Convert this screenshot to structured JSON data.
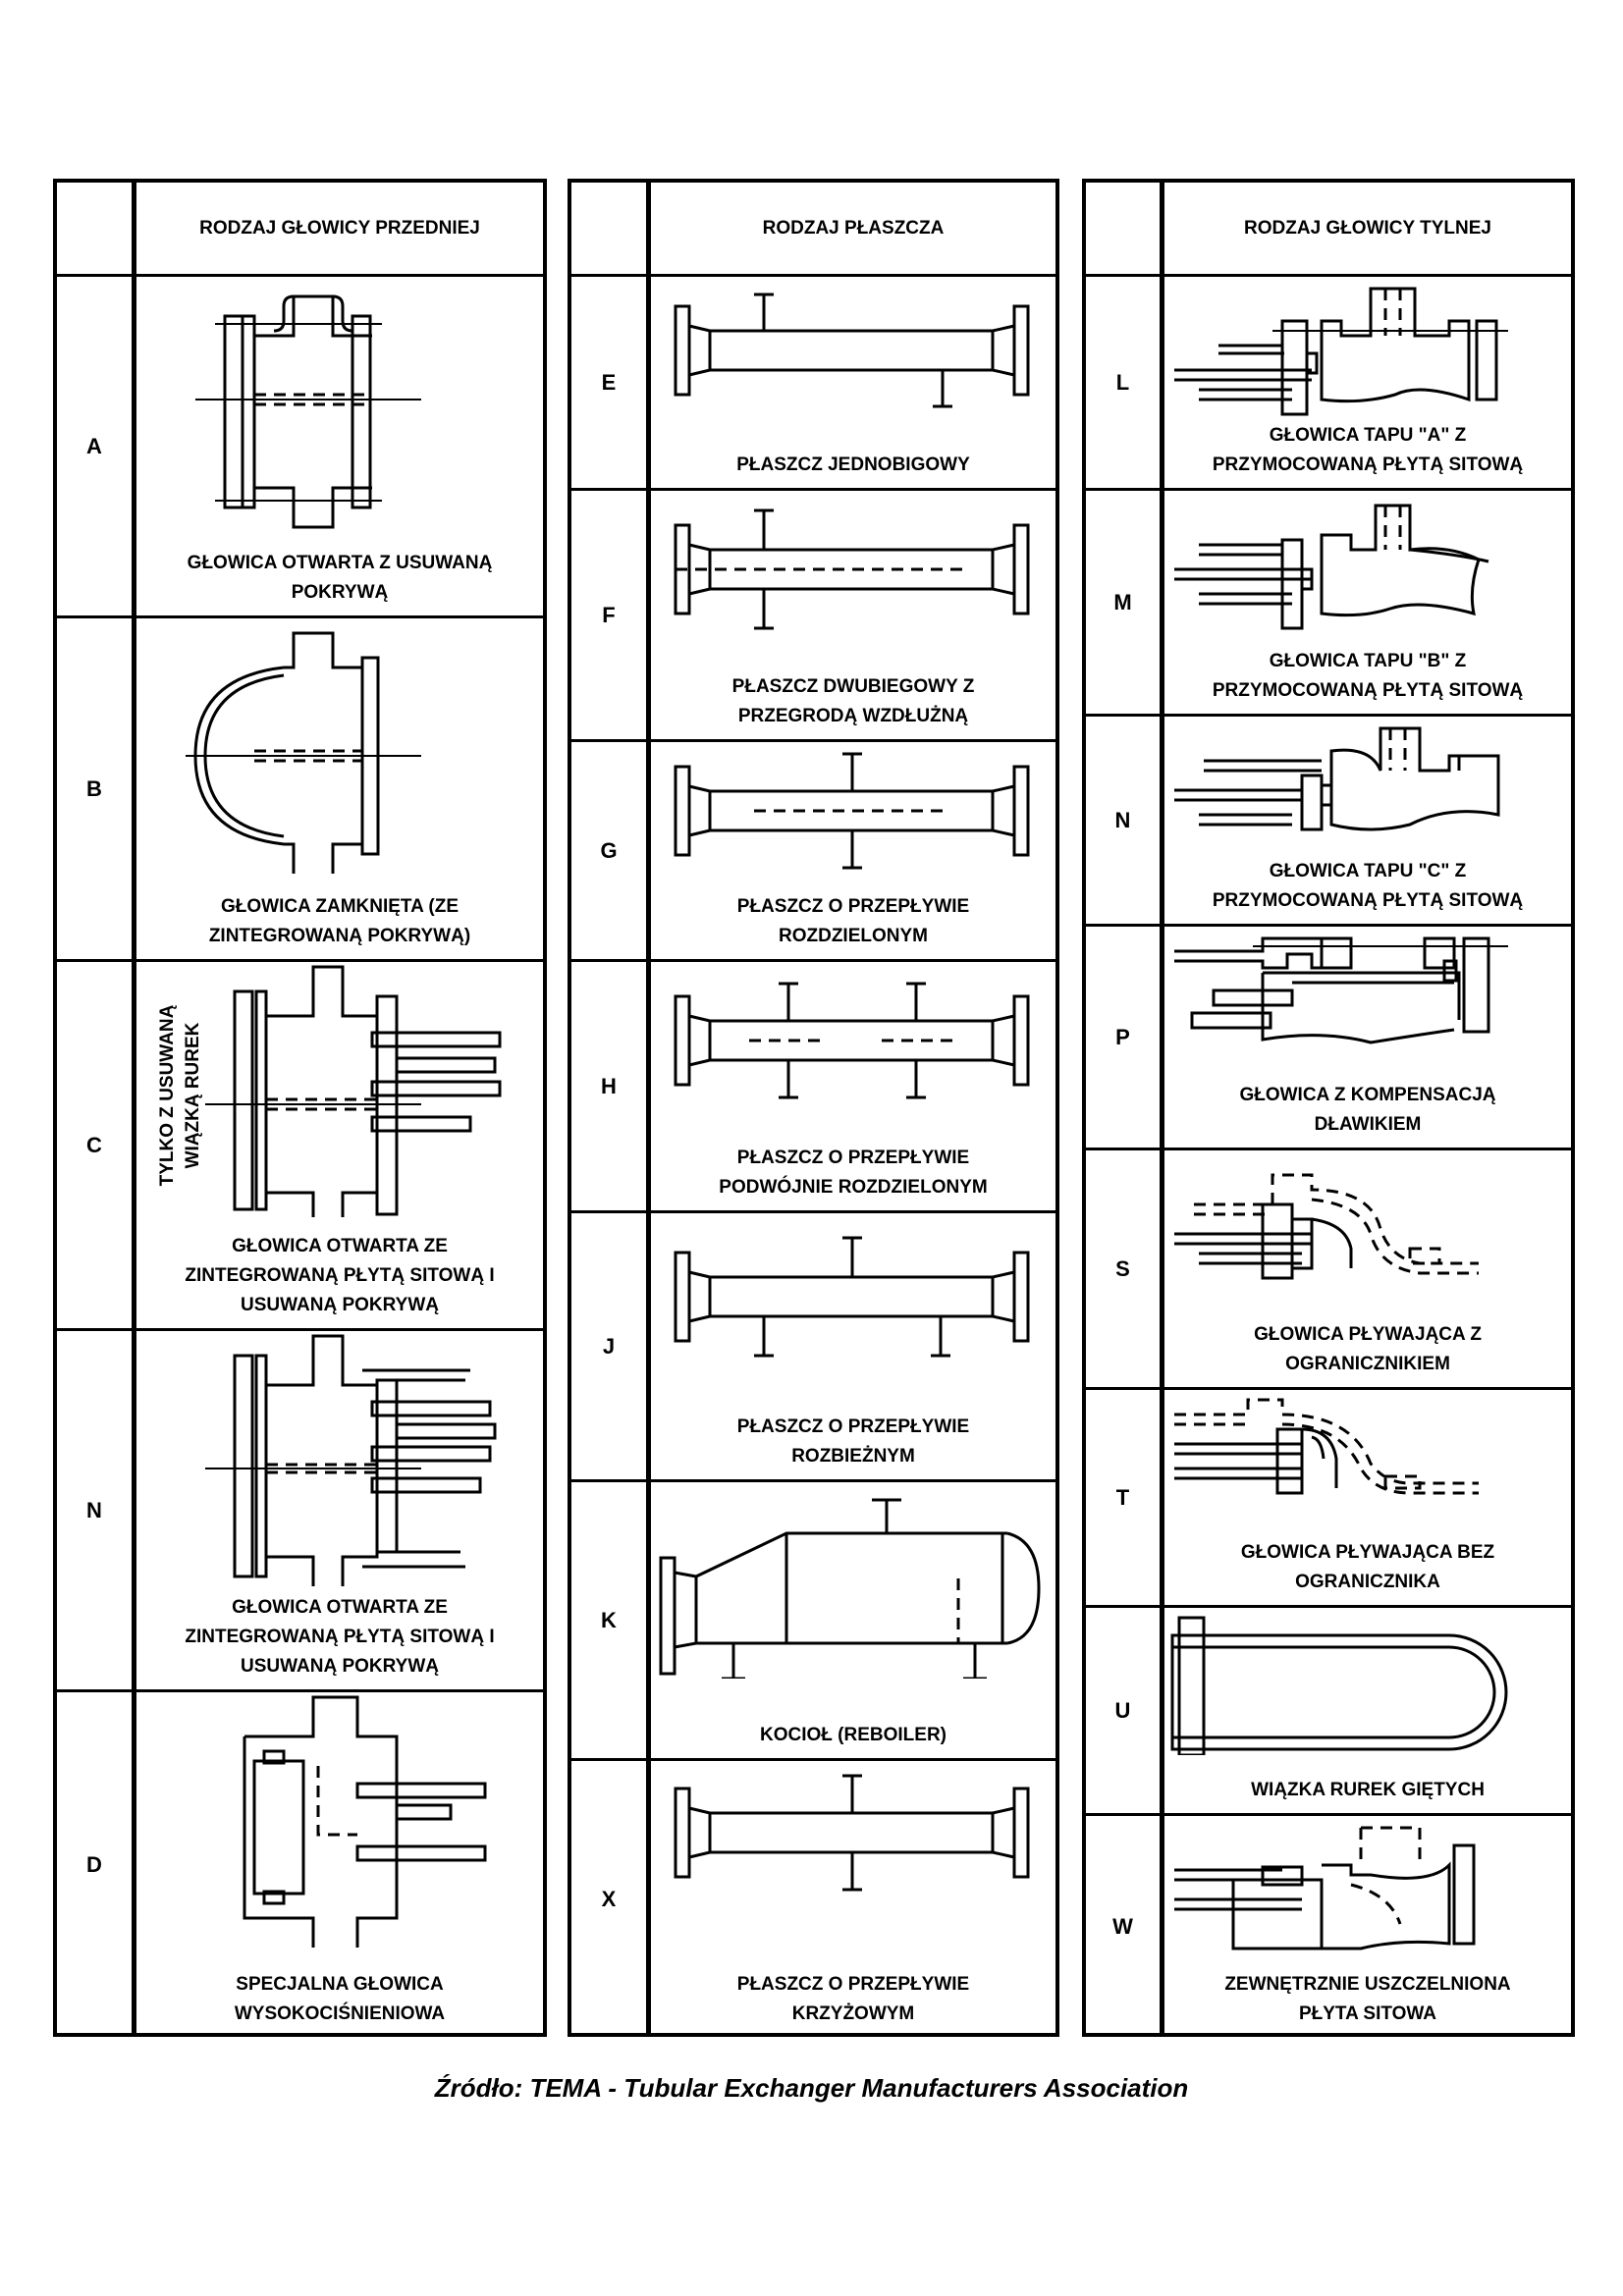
{
  "columns": [
    {
      "header": "RODZAJ GŁOWICY PRZEDNIEJ",
      "rows": [
        {
          "letter": "A",
          "caption": "GŁOWICA OTWARTA Z USUWANĄ\nPOKRYWĄ"
        },
        {
          "letter": "B",
          "caption": "GŁOWICA ZAMKNIĘTA (ZE\nZINTEGROWANĄ POKRYWĄ)"
        },
        {
          "letter": "C",
          "caption": "GŁOWICA OTWARTA ZE\nZINTEGROWANĄ PŁYTĄ SITOWĄ I\nUSUWANĄ POKRYWĄ",
          "side_note": "TYLKO Z USUWANĄ\nWIĄZKĄ RUREK"
        },
        {
          "letter": "N",
          "caption": "GŁOWICA OTWARTA ZE\nZINTEGROWANĄ PŁYTĄ SITOWĄ I\nUSUWANĄ POKRYWĄ"
        },
        {
          "letter": "D",
          "caption": "SPECJALNA GŁOWICA\nWYSOKOCIŚNIENIOWA"
        }
      ]
    },
    {
      "header": "RODZAJ PŁASZCZA",
      "rows": [
        {
          "letter": "E",
          "caption": "PŁASZCZ JEDNOBIGOWY"
        },
        {
          "letter": "F",
          "caption": "PŁASZCZ DWUBIEGOWY Z\nPRZEGRODĄ WZDŁUŻNĄ"
        },
        {
          "letter": "G",
          "caption": "PŁASZCZ O PRZEPŁYWIE\nROZDZIELONYM"
        },
        {
          "letter": "H",
          "caption": "PŁASZCZ O PRZEPŁYWIE\nPODWÓJNIE ROZDZIELONYM"
        },
        {
          "letter": "J",
          "caption": "PŁASZCZ O PRZEPŁYWIE\nROZBIEŻNYM"
        },
        {
          "letter": "K",
          "caption": "KOCIOŁ (REBOILER)"
        },
        {
          "letter": "X",
          "caption": "PŁASZCZ O PRZEPŁYWIE\nKRZYŻOWYM"
        }
      ]
    },
    {
      "header": "RODZAJ GŁOWICY TYLNEJ",
      "rows": [
        {
          "letter": "L",
          "caption": "GŁOWICA  TAPU \"A\" Z\nPRZYMOCOWANĄ PŁYTĄ SITOWĄ"
        },
        {
          "letter": "M",
          "caption": "GŁOWICA  TAPU \"B\" Z\nPRZYMOCOWANĄ PŁYTĄ SITOWĄ"
        },
        {
          "letter": "N",
          "caption": "GŁOWICA  TAPU \"C\" Z\nPRZYMOCOWANĄ PŁYTĄ SITOWĄ"
        },
        {
          "letter": "P",
          "caption": "GŁOWICA Z KOMPENSACJĄ\nDŁAWIKIEM"
        },
        {
          "letter": "S",
          "caption": "GŁOWICA PŁYWAJĄCA Z\nOGRANICZNIKIEM"
        },
        {
          "letter": "T",
          "caption": "GŁOWICA PŁYWAJĄCA BEZ\nOGRANICZNIKA"
        },
        {
          "letter": "U",
          "caption": "WIĄZKA RUREK GIĘTYCH"
        },
        {
          "letter": "W",
          "caption": "ZEWNĘTRZNIE USZCZELNIONA\nPŁYTA SITOWA"
        }
      ]
    }
  ],
  "source": "Źródło: TEMA - Tubular Exchanger Manufacturers Association"
}
